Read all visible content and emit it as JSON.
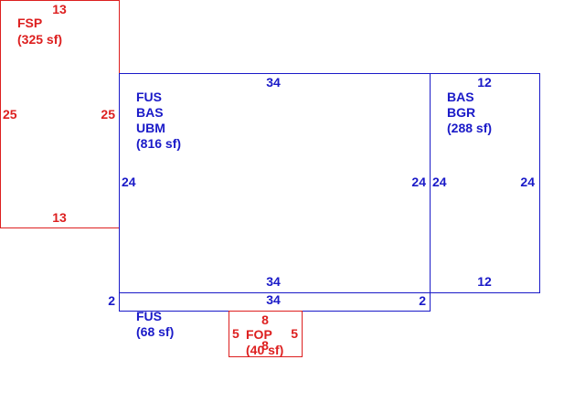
{
  "colors": {
    "blue": "#1a1ac8",
    "red": "#dd1f1f"
  },
  "areas": {
    "fsp": {
      "code": "FSP",
      "area": "(325 sf)",
      "dims": {
        "top": "13",
        "bottom": "13",
        "left": "25",
        "right": "25"
      }
    },
    "main": {
      "codes": [
        "FUS",
        "BAS",
        "UBM"
      ],
      "area": "(816 sf)",
      "dims": {
        "top": "34",
        "bottom": "34",
        "left": "24",
        "right": "24"
      }
    },
    "garage": {
      "codes": [
        "BAS",
        "BGR"
      ],
      "area": "(288 sf)",
      "dims": {
        "top": "12",
        "bottom": "12",
        "left": "24",
        "right": "24"
      }
    },
    "strip": {
      "code": "FUS",
      "area": "(68 sf)",
      "dims": {
        "top": "34",
        "left": "2",
        "right": "2"
      }
    },
    "fop": {
      "code": "FOP",
      "area": "(40 sf)",
      "dims": {
        "top": "8",
        "bottom": "8",
        "left": "5",
        "right": "5"
      }
    }
  }
}
